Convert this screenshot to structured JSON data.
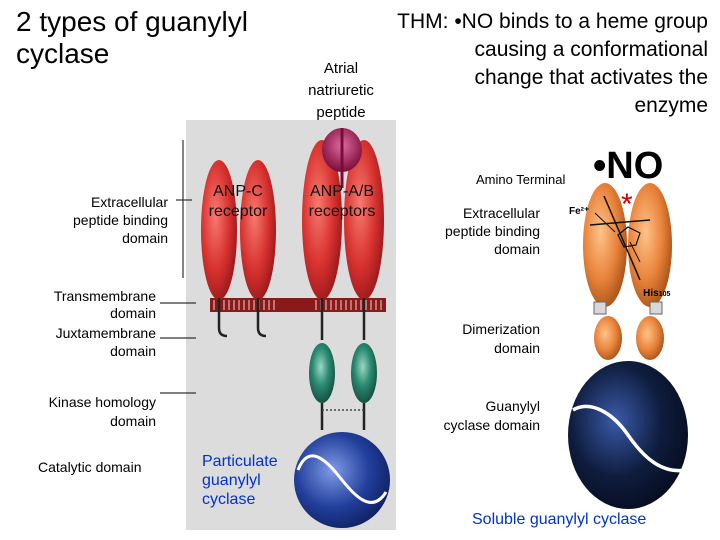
{
  "title": "2 types of guanylyl\ncyclase",
  "thm_note": "THM: •NO binds to a heme group\ncausing a conformational\nchange that activates the\nenzyme",
  "left_labels": {
    "extracellular": "Extracellular\npeptide binding\ndomain",
    "transmembrane": "Transmembrane\ndomain",
    "juxtamembrane": "Juxtamembrane\ndomain",
    "kinase": "Kinase homology\ndomain",
    "catalytic": "Catalytic domain"
  },
  "particulate": {
    "atrial_peptide": "Atrial\nnatriuretic\npeptide",
    "anp_c": "ANP-C\nreceptor",
    "anp_ab": "ANP-A/B\nreceptors",
    "caption": "Particulate\nguanylyl\ncyclase"
  },
  "soluble": {
    "amino_terminal": "Amino Terminal",
    "no_label": "•NO",
    "no_star": "*",
    "fe_label": "Fe²⁺",
    "his_label": "His",
    "his_number": "105",
    "extracellular": "Extracellular\npeptide binding\ndomain",
    "dimerization": "Dimerization\ndomain",
    "guanylyl_domain": "Guanylyl\ncyclase domain",
    "caption": "Soluble guanylyl cyclase"
  },
  "colors": {
    "red_domain": "#d8322f",
    "teal_domain": "#1e6e5c",
    "blue_domain": "#223f9c",
    "orange_domain": "#e8823a",
    "navy_domain": "#0e1c3d",
    "caption_blue": "#0033cc",
    "gray_background": "#dcdcdc"
  }
}
